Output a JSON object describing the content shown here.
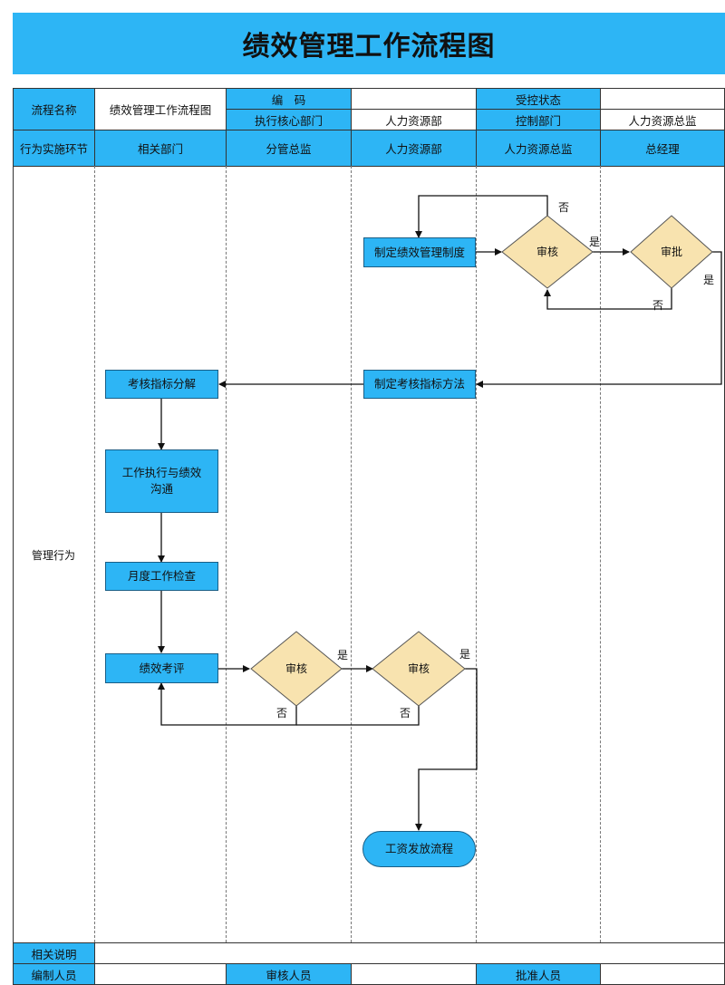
{
  "title": "绩效管理工作流程图",
  "header": {
    "process_name_label": "流程名称",
    "process_name_value": "绩效管理工作流程图",
    "code_label": "编　码",
    "code_value": "",
    "controlled_status_label": "受控状态",
    "controlled_status_value": "",
    "exec_dept_label": "执行核心部门",
    "exec_dept_value": "人力资源部",
    "control_dept_label": "控制部门",
    "control_dept_value": "人力资源总监"
  },
  "lanes": {
    "stage_label": "行为实施环节",
    "columns": [
      "相关部门",
      "分管总监",
      "人力资源部",
      "人力资源总监",
      "总经理"
    ],
    "row_label": "管理行为"
  },
  "nodes": {
    "make_policy": "制定绩效管理制度",
    "review1": "审核",
    "approve": "审批",
    "make_method": "制定考核指标方法",
    "decompose": "考核指标分解",
    "execute": "工作执行与绩效沟通",
    "monthly_check": "月度工作检查",
    "evaluate": "绩效考评",
    "review2": "审核",
    "review3": "审核",
    "salary": "工资发放流程"
  },
  "edge_labels": {
    "yes": "是",
    "no": "否"
  },
  "footer": {
    "notes_label": "相关说明",
    "notes_value": "",
    "author_label": "编制人员",
    "reviewer_label": "审核人员",
    "approver_label": "批准人员"
  }
}
